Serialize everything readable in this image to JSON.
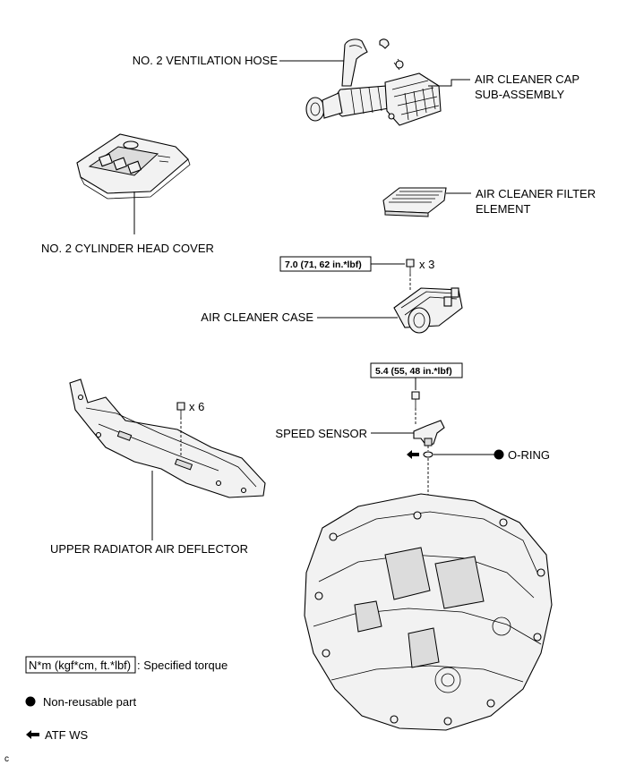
{
  "labels": {
    "ventilation_hose": "NO. 2 VENTILATION HOSE",
    "cleaner_cap_line1": "AIR CLEANER CAP",
    "cleaner_cap_line2": "SUB-ASSEMBLY",
    "cylinder_head_cover": "NO. 2 CYLINDER HEAD COVER",
    "filter_element_line1": "AIR CLEANER FILTER",
    "filter_element_line2": "ELEMENT",
    "cleaner_case": "AIR CLEANER CASE",
    "speed_sensor": "SPEED SENSOR",
    "o_ring": "O-RING",
    "radiator_deflector": "UPPER RADIATOR AIR DEFLECTOR"
  },
  "torques": {
    "case_bolt": "7.0 (71, 62 in.*lbf)",
    "sensor_bolt": "5.4 (55, 48 in.*lbf)"
  },
  "quantities": {
    "case_bolts": "x 3",
    "deflector_bolts": "x 6"
  },
  "legend": {
    "torque_unit": "N*m (kgf*cm, ft.*lbf)",
    "torque_desc": ": Specified torque",
    "non_reusable": "Non-reusable part",
    "atf": "ATF WS"
  },
  "corner_mark": "c"
}
